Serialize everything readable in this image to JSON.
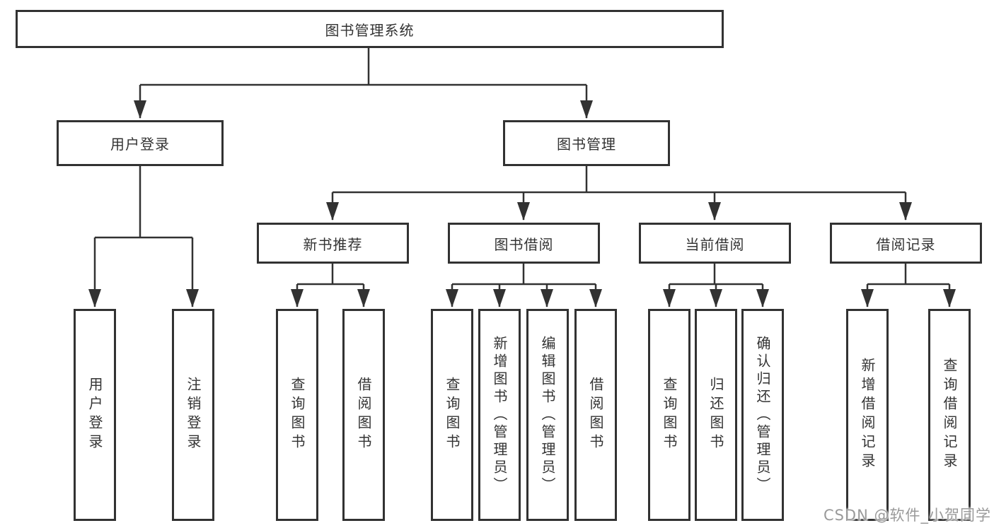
{
  "tree": {
    "root": "图书管理系统",
    "children": [
      {
        "label": "用户登录",
        "leaves": [
          "用户登录",
          "注销登录"
        ]
      },
      {
        "label": "图书管理",
        "groups": [
          {
            "label": "新书推荐",
            "leaves": [
              "查询图书",
              "借阅图书"
            ]
          },
          {
            "label": "图书借阅",
            "leaves": [
              "查询图书",
              "新增图书（管理员）",
              "编辑图书（管理员）",
              "借阅图书"
            ]
          },
          {
            "label": "当前借阅",
            "leaves": [
              "查询图书",
              "归还图书",
              "确认归还（管理员）"
            ]
          },
          {
            "label": "借阅记录",
            "leaves": [
              "新增借阅记录",
              "查询借阅记录"
            ]
          }
        ]
      }
    ]
  },
  "watermark": "CSDN @软件_小贺同学",
  "colors": {
    "line": "#323232",
    "box_border": "#323232",
    "text": "#333333",
    "watermark": "#9a9a9a",
    "background": "#ffffff"
  }
}
